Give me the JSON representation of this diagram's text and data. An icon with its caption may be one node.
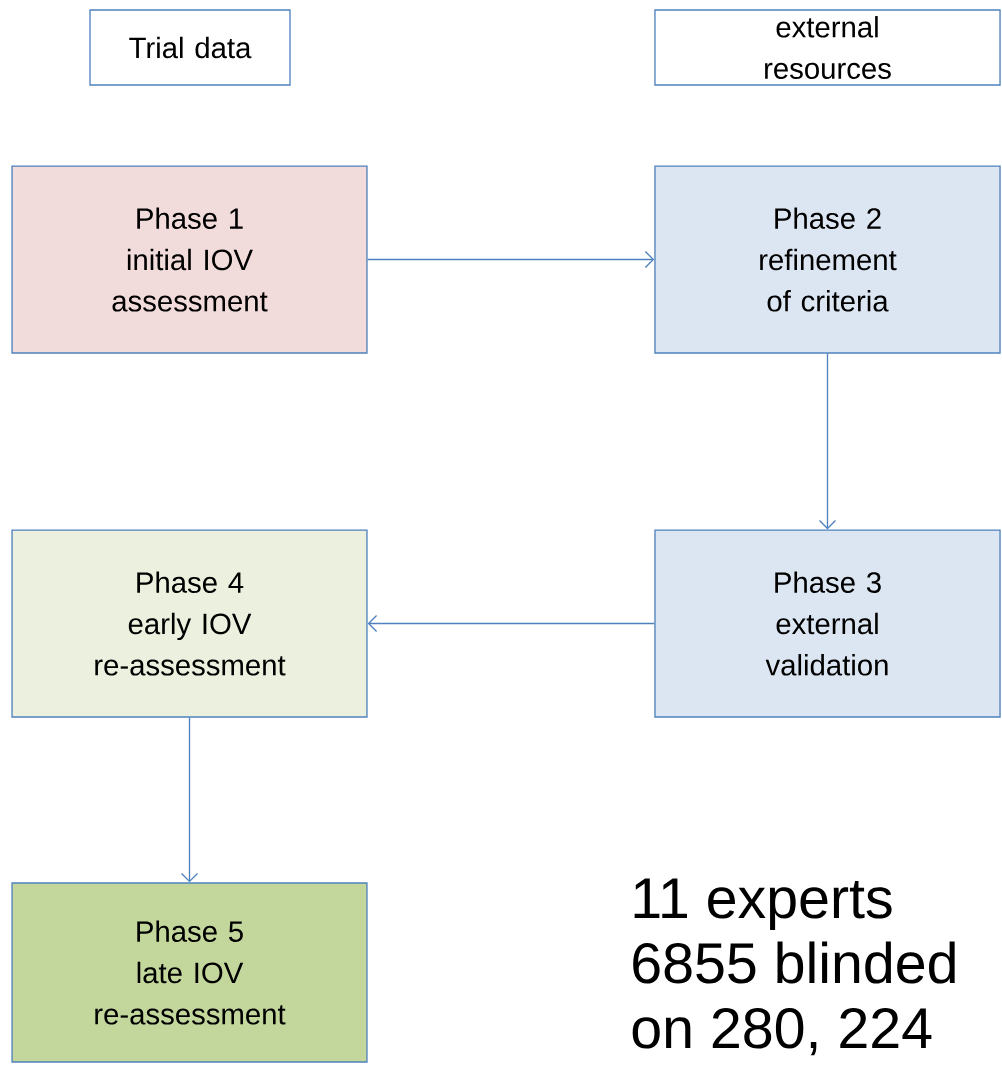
{
  "diagram": {
    "nodes": [
      {
        "text": [
          "Trial data"
        ]
      },
      {
        "text": [
          "external resources"
        ]
      },
      {
        "text": [
          "Phase 1",
          "initial IOV assessment"
        ]
      },
      {
        "text": [
          "Phase 2",
          "refinement of criteria"
        ]
      },
      {
        "text": [
          "Phase 4",
          "early IOV re-assessment"
        ]
      },
      {
        "text": [
          "Phase 3",
          "external validation"
        ]
      },
      {
        "text": [
          "Phase 5",
          "late IOV re-assessment"
        ]
      }
    ],
    "edges": [
      {
        "from": 2,
        "to": 3,
        "arrow": "to"
      },
      {
        "from": 3,
        "to": 5,
        "arrow": "to"
      },
      {
        "from": 5,
        "to": 4,
        "arrow": "to"
      },
      {
        "from": 4,
        "to": 6,
        "arrow": "to"
      }
    ],
    "labels": [
      "11 experts",
      "6855 blinded",
      "on 280, 224"
    ]
  }
}
